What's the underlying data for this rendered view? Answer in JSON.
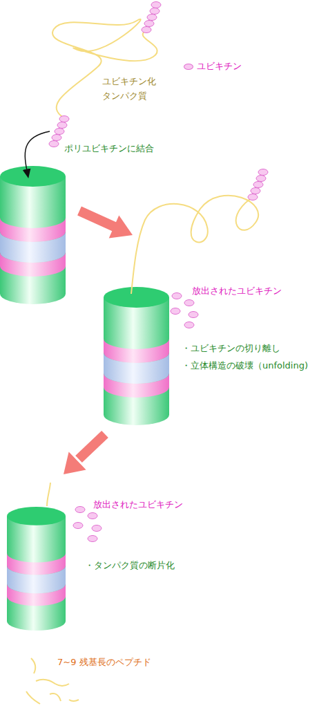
{
  "diagram": {
    "labels": [
      "ユビキチン化 タンパク質",
      "ポリユビキチンに結合",
      "放出されたユビキチン",
      "・ユビキチンの切り離し",
      "・立体構造の破壊（unfolding)",
      "放出されたユビキチン",
      "・タンパク質の断片化",
      "7~9 残基長のペプチド"
    ],
    "legend": [
      {
        "text": "ユビキチン",
        "color": "#f8c8f0"
      }
    ]
  }
}
